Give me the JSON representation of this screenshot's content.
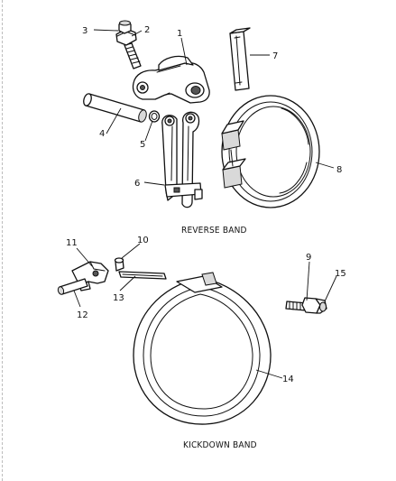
{
  "captions": {
    "reverse_band": "REVERSE BAND",
    "kickdown_band": "KICKDOWN BAND"
  },
  "callouts": [
    "1",
    "2",
    "3",
    "4",
    "5",
    "6",
    "7",
    "8",
    "9",
    "10",
    "11",
    "12",
    "13",
    "14",
    "15"
  ]
}
